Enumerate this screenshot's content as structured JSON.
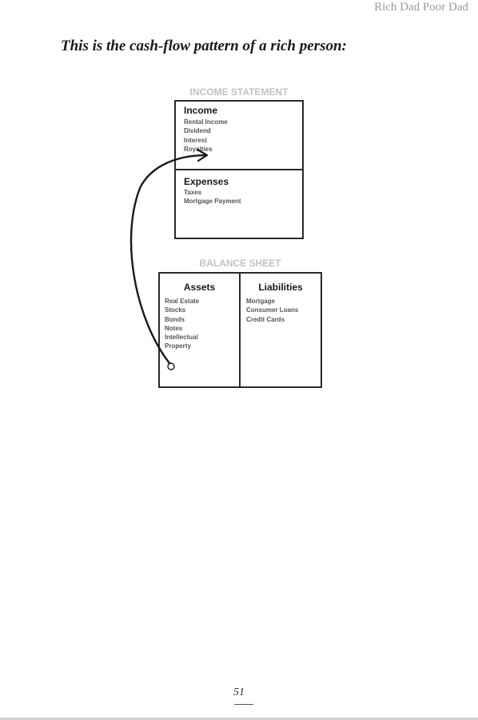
{
  "header": {
    "running_head": "Rich Dad Poor Dad"
  },
  "intro_text": "This is the cash-flow pattern of a rich person:",
  "income_statement": {
    "label": "INCOME STATEMENT",
    "income": {
      "title": "Income",
      "items": [
        "Rental Income",
        "Dividend",
        "Interest",
        "Royalties"
      ]
    },
    "expenses": {
      "title": "Expenses",
      "items": [
        "Taxes",
        "Mortgage Payment"
      ]
    }
  },
  "balance_sheet": {
    "label": "BALANCE SHEET",
    "assets": {
      "title": "Assets",
      "items": [
        "Real Estate",
        "Stocks",
        "Bonds",
        "Notes",
        "Intellectual",
        "Property"
      ]
    },
    "liabilities": {
      "title": "Liabilities",
      "items": [
        "Mortgage",
        "Consumer Loans",
        "Credit Cards"
      ]
    }
  },
  "footer": {
    "page_number": "51"
  }
}
